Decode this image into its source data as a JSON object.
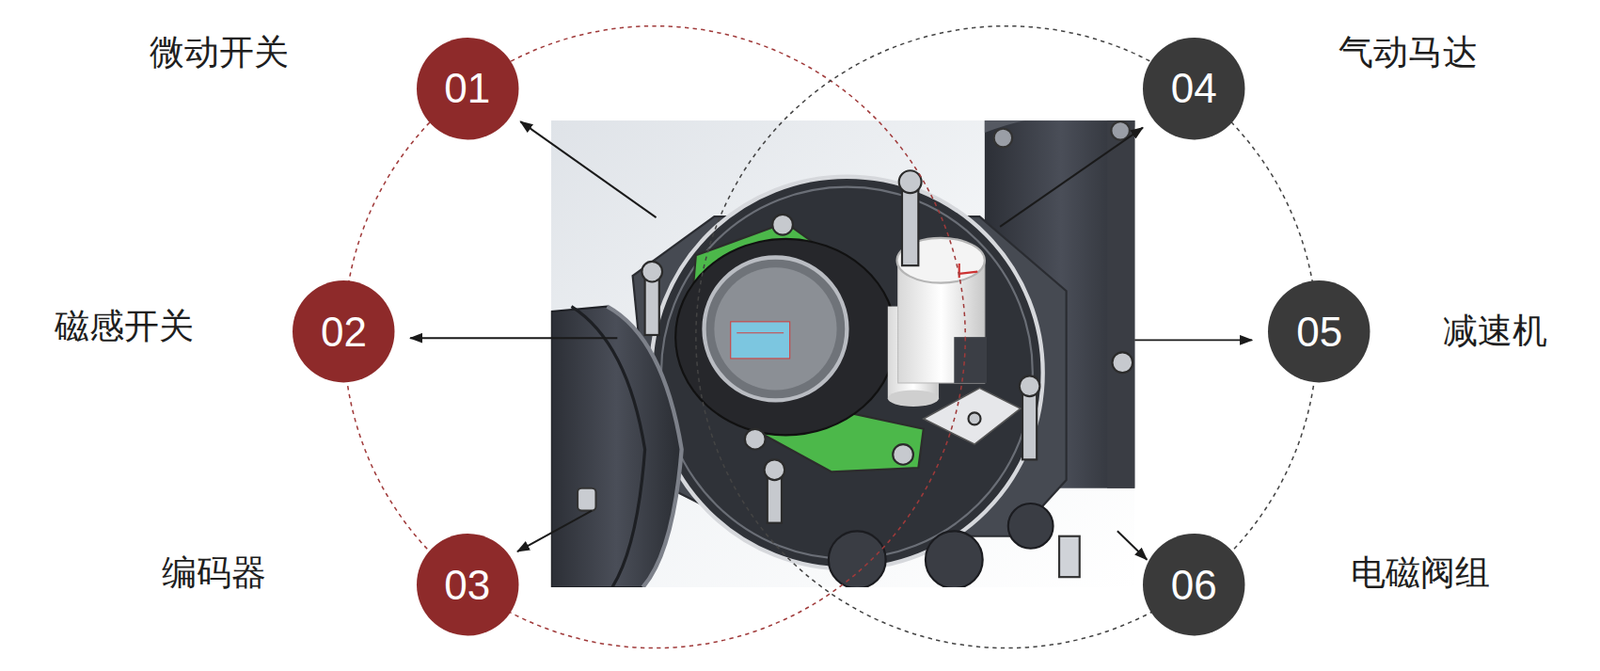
{
  "diagram": {
    "nodes": [
      {
        "text": [
          "01"
        ]
      },
      {
        "text": [
          "02"
        ]
      },
      {
        "text": [
          "03"
        ]
      },
      {
        "text": [
          "04"
        ]
      },
      {
        "text": [
          "05"
        ]
      },
      {
        "text": [
          "06"
        ]
      }
    ],
    "labels": [
      "微动开关",
      "磁感开关",
      "编码器",
      "气动马达",
      "减速机",
      "电磁阀组"
    ]
  }
}
